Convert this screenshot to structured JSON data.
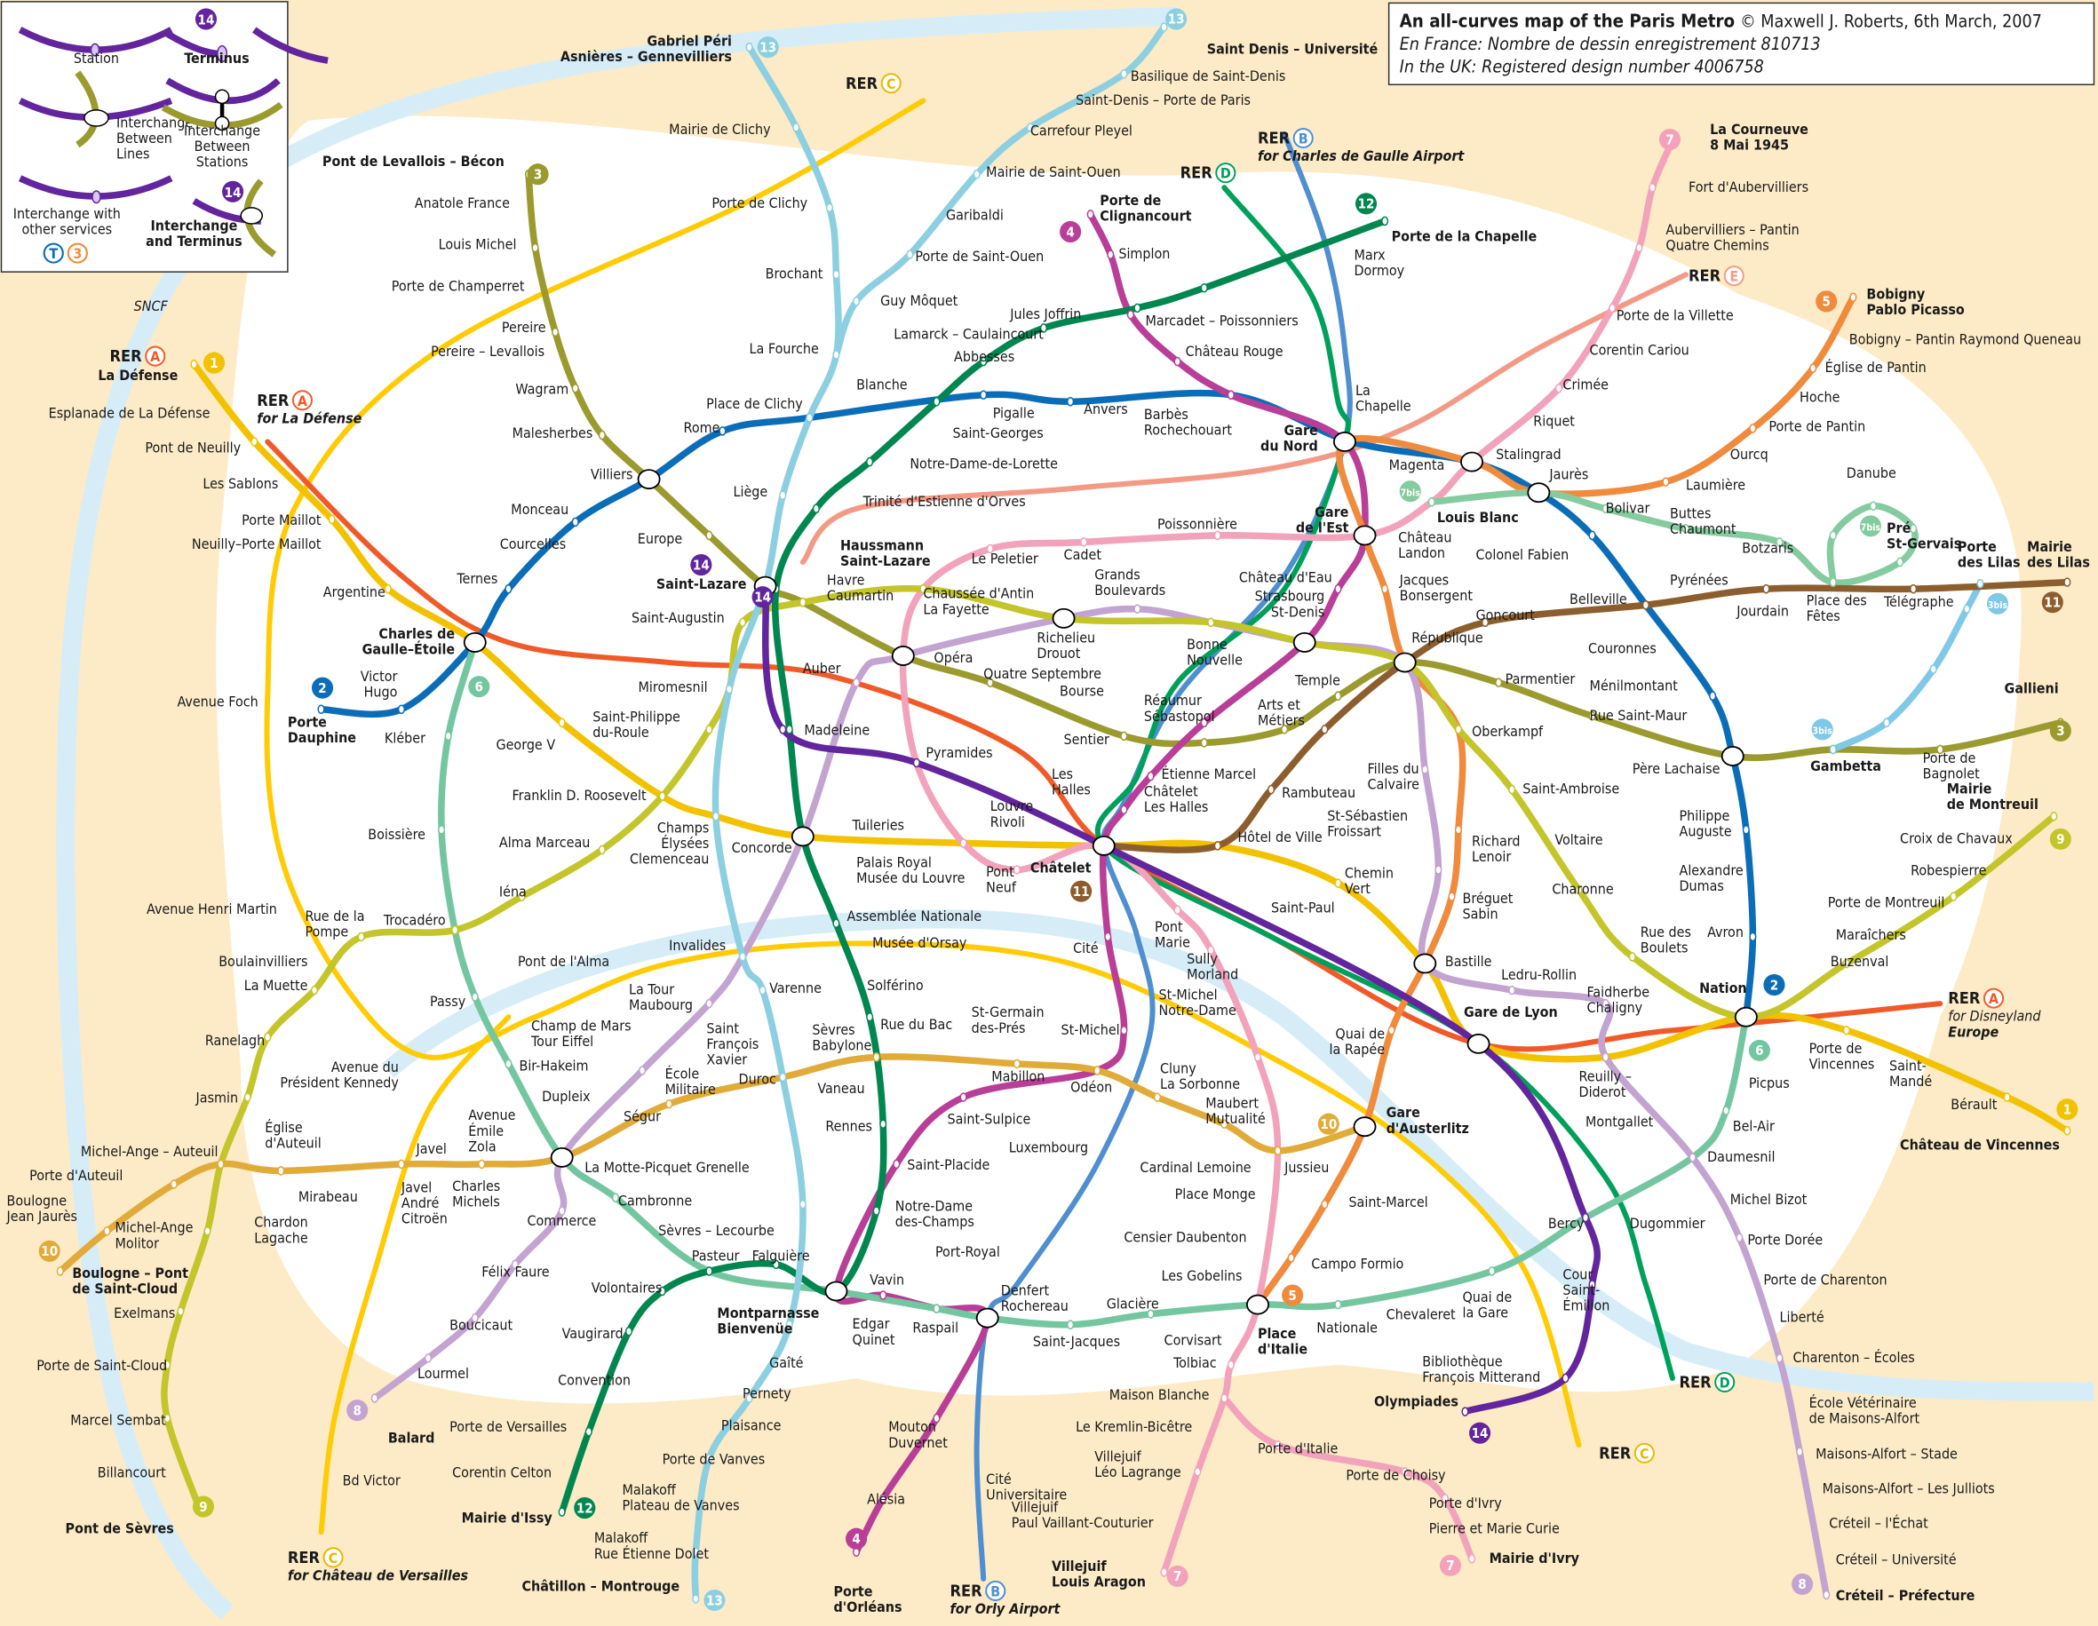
{
  "title": {
    "main": "An all-curves map of the Paris Metro",
    "credit": "© Maxwell J. Roberts, 6th March, 2007",
    "line2": "En France: Nombre de dessin enregistrement 810713",
    "line3": "In the UK: Registered design number 4006758"
  },
  "legend": {
    "station": "Station",
    "terminus": "Terminus",
    "terminus_badge": "14",
    "interchange_lines": "Interchange\nBetween\nLines",
    "interchange_stations": "Interchange\nBetween\nStations",
    "interchange_other": "Interchange with\nother services",
    "interchange_terminus": "Interchange\nand Terminus",
    "other_t": "T",
    "other_3": "3"
  },
  "colors": {
    "background": "#fcebc6",
    "core": "#ffffff",
    "river": "#d6edf8"
  },
  "lines": [
    {
      "id": "1",
      "color": "#f2c200"
    },
    {
      "id": "2",
      "color": "#0b6db7"
    },
    {
      "id": "3",
      "color": "#9a9a2e"
    },
    {
      "id": "3bis",
      "color": "#7fc8e6"
    },
    {
      "id": "4",
      "color": "#b83e97"
    },
    {
      "id": "5",
      "color": "#f08a3c"
    },
    {
      "id": "6",
      "color": "#74c6a0"
    },
    {
      "id": "7",
      "color": "#f2a2ba"
    },
    {
      "id": "7bis",
      "color": "#85cba0"
    },
    {
      "id": "8",
      "color": "#c3a3d0"
    },
    {
      "id": "9",
      "color": "#c3c52a"
    },
    {
      "id": "10",
      "color": "#e1ab3a"
    },
    {
      "id": "11",
      "color": "#8c5e2e"
    },
    {
      "id": "12",
      "color": "#00864f"
    },
    {
      "id": "13",
      "color": "#8ccfe0"
    },
    {
      "id": "14",
      "color": "#62259d"
    },
    {
      "id": "RER A",
      "color": "#f05a28"
    },
    {
      "id": "RER B",
      "color": "#4f8fd0"
    },
    {
      "id": "RER C",
      "color": "#ffcb05"
    },
    {
      "id": "RER D",
      "color": "#00a05a"
    },
    {
      "id": "RER E",
      "color": "#f39a86"
    }
  ],
  "stations": [
    "La Défense",
    "Esplanade de La Défense",
    "Pont de Neuilly",
    "Les Sablons",
    "Porte Maillot",
    "Neuilly–Porte Maillot",
    "Argentine",
    "Charles de\nGaulle–Étoile",
    "Avenue Foch",
    "Victor\nHugo",
    "Porte\nDauphine",
    "Kléber",
    "George V",
    "Franklin D. Roosevelt",
    "Champs\nÉlysées\nClemenceau",
    "Concorde",
    "Tuileries",
    "Palais Royal\nMusée du Louvre",
    "Louvre\nRivoli",
    "Châtelet",
    "Hôtel de Ville",
    "Saint-Paul",
    "Bastille",
    "Gare de Lyon",
    "Reuilly –\nDiderot",
    "Nation",
    "Porte de\nVincennes",
    "Saint-\nMandé",
    "Bérault",
    "Château de Vincennes",
    "Ternes",
    "Courcelles",
    "Monceau",
    "Villiers",
    "Rome",
    "Place de Clichy",
    "Blanche",
    "Pigalle",
    "Anvers",
    "Barbès\nRochechouart",
    "La\nChapelle",
    "Stalingrad",
    "Jaurès",
    "Colonel Fabien",
    "Belleville",
    "Couronnes",
    "Ménilmontant",
    "Père Lachaise",
    "Philippe\nAuguste",
    "Alexandre\nDumas",
    "Avron",
    "Pont de Levallois – Bécon",
    "Anatole France",
    "Louis Michel",
    "Porte de Champerret",
    "Pereire",
    "Pereire – Levallois",
    "Wagram",
    "Malesherbes",
    "Europe",
    "Saint-Lazare",
    "Havre\nCaumartin",
    "Opéra",
    "Quatre Septembre",
    "Bourse",
    "Sentier",
    "Réaumur\nSébastopol",
    "Arts et\nMétiers",
    "Temple",
    "République",
    "Parmentier",
    "Rue Saint-Maur",
    "Gambetta",
    "Porte de\nBagnolet",
    "Gallieni",
    "Porte de\nClignancourt",
    "Simplon",
    "Marcadet – Poissonniers",
    "Château Rouge",
    "Gare\ndu Nord",
    "Gare\nde l'Est",
    "Château d'Eau",
    "Strasbourg\nSt-Denis",
    "Étienne Marcel",
    "Les\nHalles",
    "Châtelet\nLes Halles",
    "Cité",
    "St-Michel",
    "St-Michel\nNotre-Dame",
    "Odéon",
    "Saint-Sulpice",
    "Saint-Placide",
    "Montparnasse\nBienvenüe",
    "Vavin",
    "Raspail",
    "Denfert\nRochereau",
    "Mouton\nDuvernet",
    "Alésia",
    "Porte\nd'Orléans",
    "Bobigny\nPablo Picasso",
    "Bobigny – Pantin Raymond Queneau",
    "Église de Pantin",
    "Hoche",
    "Porte de Pantin",
    "Ourcq",
    "Laumière",
    "Magenta",
    "Jacques\nBonsergent",
    "Oberkampf",
    "Richard\nLenoir",
    "Bréguet\nSabin",
    "Quai de\nla Rapée",
    "Gare\nd'Austerlitz",
    "Saint-Marcel",
    "Campo Formio",
    "Place\nd'Italie",
    "Boissière",
    "Trocadéro",
    "Passy",
    "Bir-Hakeim",
    "Dupleix",
    "La Motte-Picquet Grenelle",
    "Cambronne",
    "Sèvres – Lecourbe",
    "Pasteur",
    "Falguière",
    "Edgar\nQuinet",
    "Saint-Jacques",
    "Glacière",
    "Corvisart",
    "Nationale",
    "Chevaleret",
    "Quai de\nla Gare",
    "Bercy",
    "Dugommier",
    "Daumesnil",
    "Bel-Air",
    "Picpus",
    "La Courneuve\n8 Mai 1945",
    "Fort d'Aubervilliers",
    "Aubervilliers – Pantin\nQuatre Chemins",
    "Porte de la Villette",
    "Corentin Cariou",
    "Crimée",
    "Riquet",
    "Louis Blanc",
    "Château\nLandon",
    "Poissonnière",
    "Cadet",
    "Le Peletier",
    "Chaussée d'Antin\nLa Fayette",
    "Pyramides",
    "Pont\nNeuf",
    "Pont\nMarie",
    "Sully\nMorland",
    "Jussieu",
    "Place Monge",
    "Censier Daubenton",
    "Les Gobelins",
    "Tolbiac",
    "Maison Blanche",
    "Le Kremlin-Bicêtre",
    "Villejuif\nLéo Lagrange",
    "Villejuif\nPaul Vaillant-Couturier",
    "Villejuif\nLouis Aragon",
    "Porte d'Italie",
    "Porte de Choisy",
    "Porte d'Ivry",
    "Pierre et Marie Curie",
    "Mairie d'Ivry",
    "Bolivar",
    "Buttes\nChaumont",
    "Botzaris",
    "Place des\nFêtes",
    "Danube",
    "Pré\nSt-Gervais",
    "Balard",
    "Lourmel",
    "Boucicaut",
    "Félix Faure",
    "Commerce",
    "École\nMilitaire",
    "La Tour\nMaubourg",
    "Invalides",
    "Madeleine",
    "Richelieu\nDrouot",
    "Grands\nBoulevards",
    "Bonne\nNouvelle",
    "Filles du\nCalvaire",
    "St-Sébastien\nFroissart",
    "Chemin\nVert",
    "Ledru-Rollin",
    "Faidherbe\nChaligny",
    "Montgallet",
    "Michel Bizot",
    "Porte Dorée",
    "Porte de Charenton",
    "Liberté",
    "Charenton – Écoles",
    "École Vétérinaire\nde Maisons-Alfort",
    "Maisons-Alfort – Stade",
    "Maisons-Alfort – Les Julliots",
    "Créteil – l'Échat",
    "Créteil – Université",
    "Créteil – Préfecture",
    "Pont de Sèvres",
    "Billancourt",
    "Marcel Sembat",
    "Porte de Saint-Cloud",
    "Exelmans",
    "Michel-Ange\nMolitor",
    "Michel-Ange – Auteuil",
    "Jasmin",
    "Ranelagh",
    "La Muette",
    "Boulainvilliers",
    "Rue de la\nPompe",
    "Iéna",
    "Alma Marceau",
    "Saint-Philippe\ndu-Roule",
    "Miromesnil",
    "Saint-Augustin",
    "Saint-Ambroise",
    "Voltaire",
    "Charonne",
    "Rue des\nBoulets",
    "Buzenval",
    "Maraîchers",
    "Porte de Montreuil",
    "Robespierre",
    "Croix de Chavaux",
    "Mairie\nde Montreuil",
    "Boulogne – Pont\nde Saint-Cloud",
    "Boulogne\nJean Jaurès",
    "Porte d'Auteuil",
    "Église\nd'Auteuil",
    "Mirabeau",
    "Chardon\nLagache",
    "Javel",
    "Javel\nAndré\nCitroën",
    "Charles\nMichels",
    "Avenue\nÉmile\nZola",
    "Ségur",
    "Duroc",
    "Vaneau",
    "Sèvres\nBabylone",
    "Mabillon",
    "St-Germain\ndes-Prés",
    "Cluny\nLa Sorbonne",
    "Maubert\nMutualité",
    "Cardinal Lemoine",
    "Rambuteau",
    "Goncourt",
    "Pyrénées",
    "Jourdain",
    "Télégraphe",
    "Porte\ndes Lilas",
    "Mairie\ndes Lilas",
    "Porte de la Chapelle",
    "Marx\nDormoy",
    "Jules Joffrin",
    "Lamarck – Caulaincourt",
    "Abbesses",
    "Saint-Georges",
    "Notre-Dame-de-Lorette",
    "Trinité d'Estienne d'Orves",
    "Assemblée Nationale",
    "Musée d'Orsay",
    "Solférino",
    "Rue du Bac",
    "Rennes",
    "Notre-Dame\ndes-Champs",
    "Volontaires",
    "Vaugirard",
    "Convention",
    "Porte de Versailles",
    "Corentin Celton",
    "Mairie d'Issy",
    "Gabriel Péri\nAsnières – Gennevilliers",
    "Mairie de Clichy",
    "Porte de Clichy",
    "Brochant",
    "La Fourche",
    "Liège",
    "Varenne",
    "Saint\nFrançois\nXavier",
    "Gaîté",
    "Pernety",
    "Plaisance",
    "Porte de Vanves",
    "Malakoff\nPlateau de Vanves",
    "Malakoff\nRue Étienne Dolet",
    "Châtillon – Montrouge",
    "Guy Môquet",
    "Porte de Saint-Ouen",
    "Garibaldi",
    "Mairie de Saint-Ouen",
    "Carrefour Pleyel",
    "Saint-Denis – Porte de Paris",
    "Basilique de Saint-Denis",
    "Saint Denis – Université",
    "Haussmann\nSaint-Lazare",
    "Auber",
    "Cour\nSaint-\nÉmilion",
    "Bibliothèque\nFrançois Mitterand",
    "Olympiades",
    "Avenue Henri Martin",
    "Pont de l'Alma",
    "Champ de Mars\nTour Eiffel",
    "Avenue du\nPrésident Kennedy",
    "Luxembourg",
    "Port-Royal",
    "Cité\nUniversitaire",
    "Bd Victor"
  ],
  "rer": [
    {
      "label": "RER",
      "letter": "A",
      "dest": ""
    },
    {
      "label": "RER",
      "letter": "A",
      "dest": "for La Défense"
    },
    {
      "label": "RER",
      "letter": "C",
      "dest": ""
    },
    {
      "label": "RER",
      "letter": "B",
      "dest": "for Charles de Gaulle Airport"
    },
    {
      "label": "RER",
      "letter": "D",
      "dest": ""
    },
    {
      "label": "RER",
      "letter": "E",
      "dest": ""
    },
    {
      "label": "RER",
      "letter": "A",
      "dest": "for Disneyland\nEurope"
    },
    {
      "label": "RER",
      "letter": "D",
      "dest": ""
    },
    {
      "label": "RER",
      "letter": "C",
      "dest": ""
    },
    {
      "label": "RER",
      "letter": "C",
      "dest": "for Château de Versailles"
    },
    {
      "label": "RER",
      "letter": "B",
      "dest": "for Orly Airport"
    }
  ],
  "sncf": "SNCF",
  "badges": [
    "1",
    "1",
    "2",
    "2",
    "3",
    "3",
    "3bis",
    "3bis",
    "4",
    "4",
    "5",
    "5",
    "6",
    "6",
    "7",
    "7",
    "7",
    "7bis",
    "7bis",
    "8",
    "8",
    "9",
    "9",
    "10",
    "10",
    "11",
    "11",
    "12",
    "12",
    "13",
    "13",
    "13",
    "14",
    "14",
    "14"
  ]
}
